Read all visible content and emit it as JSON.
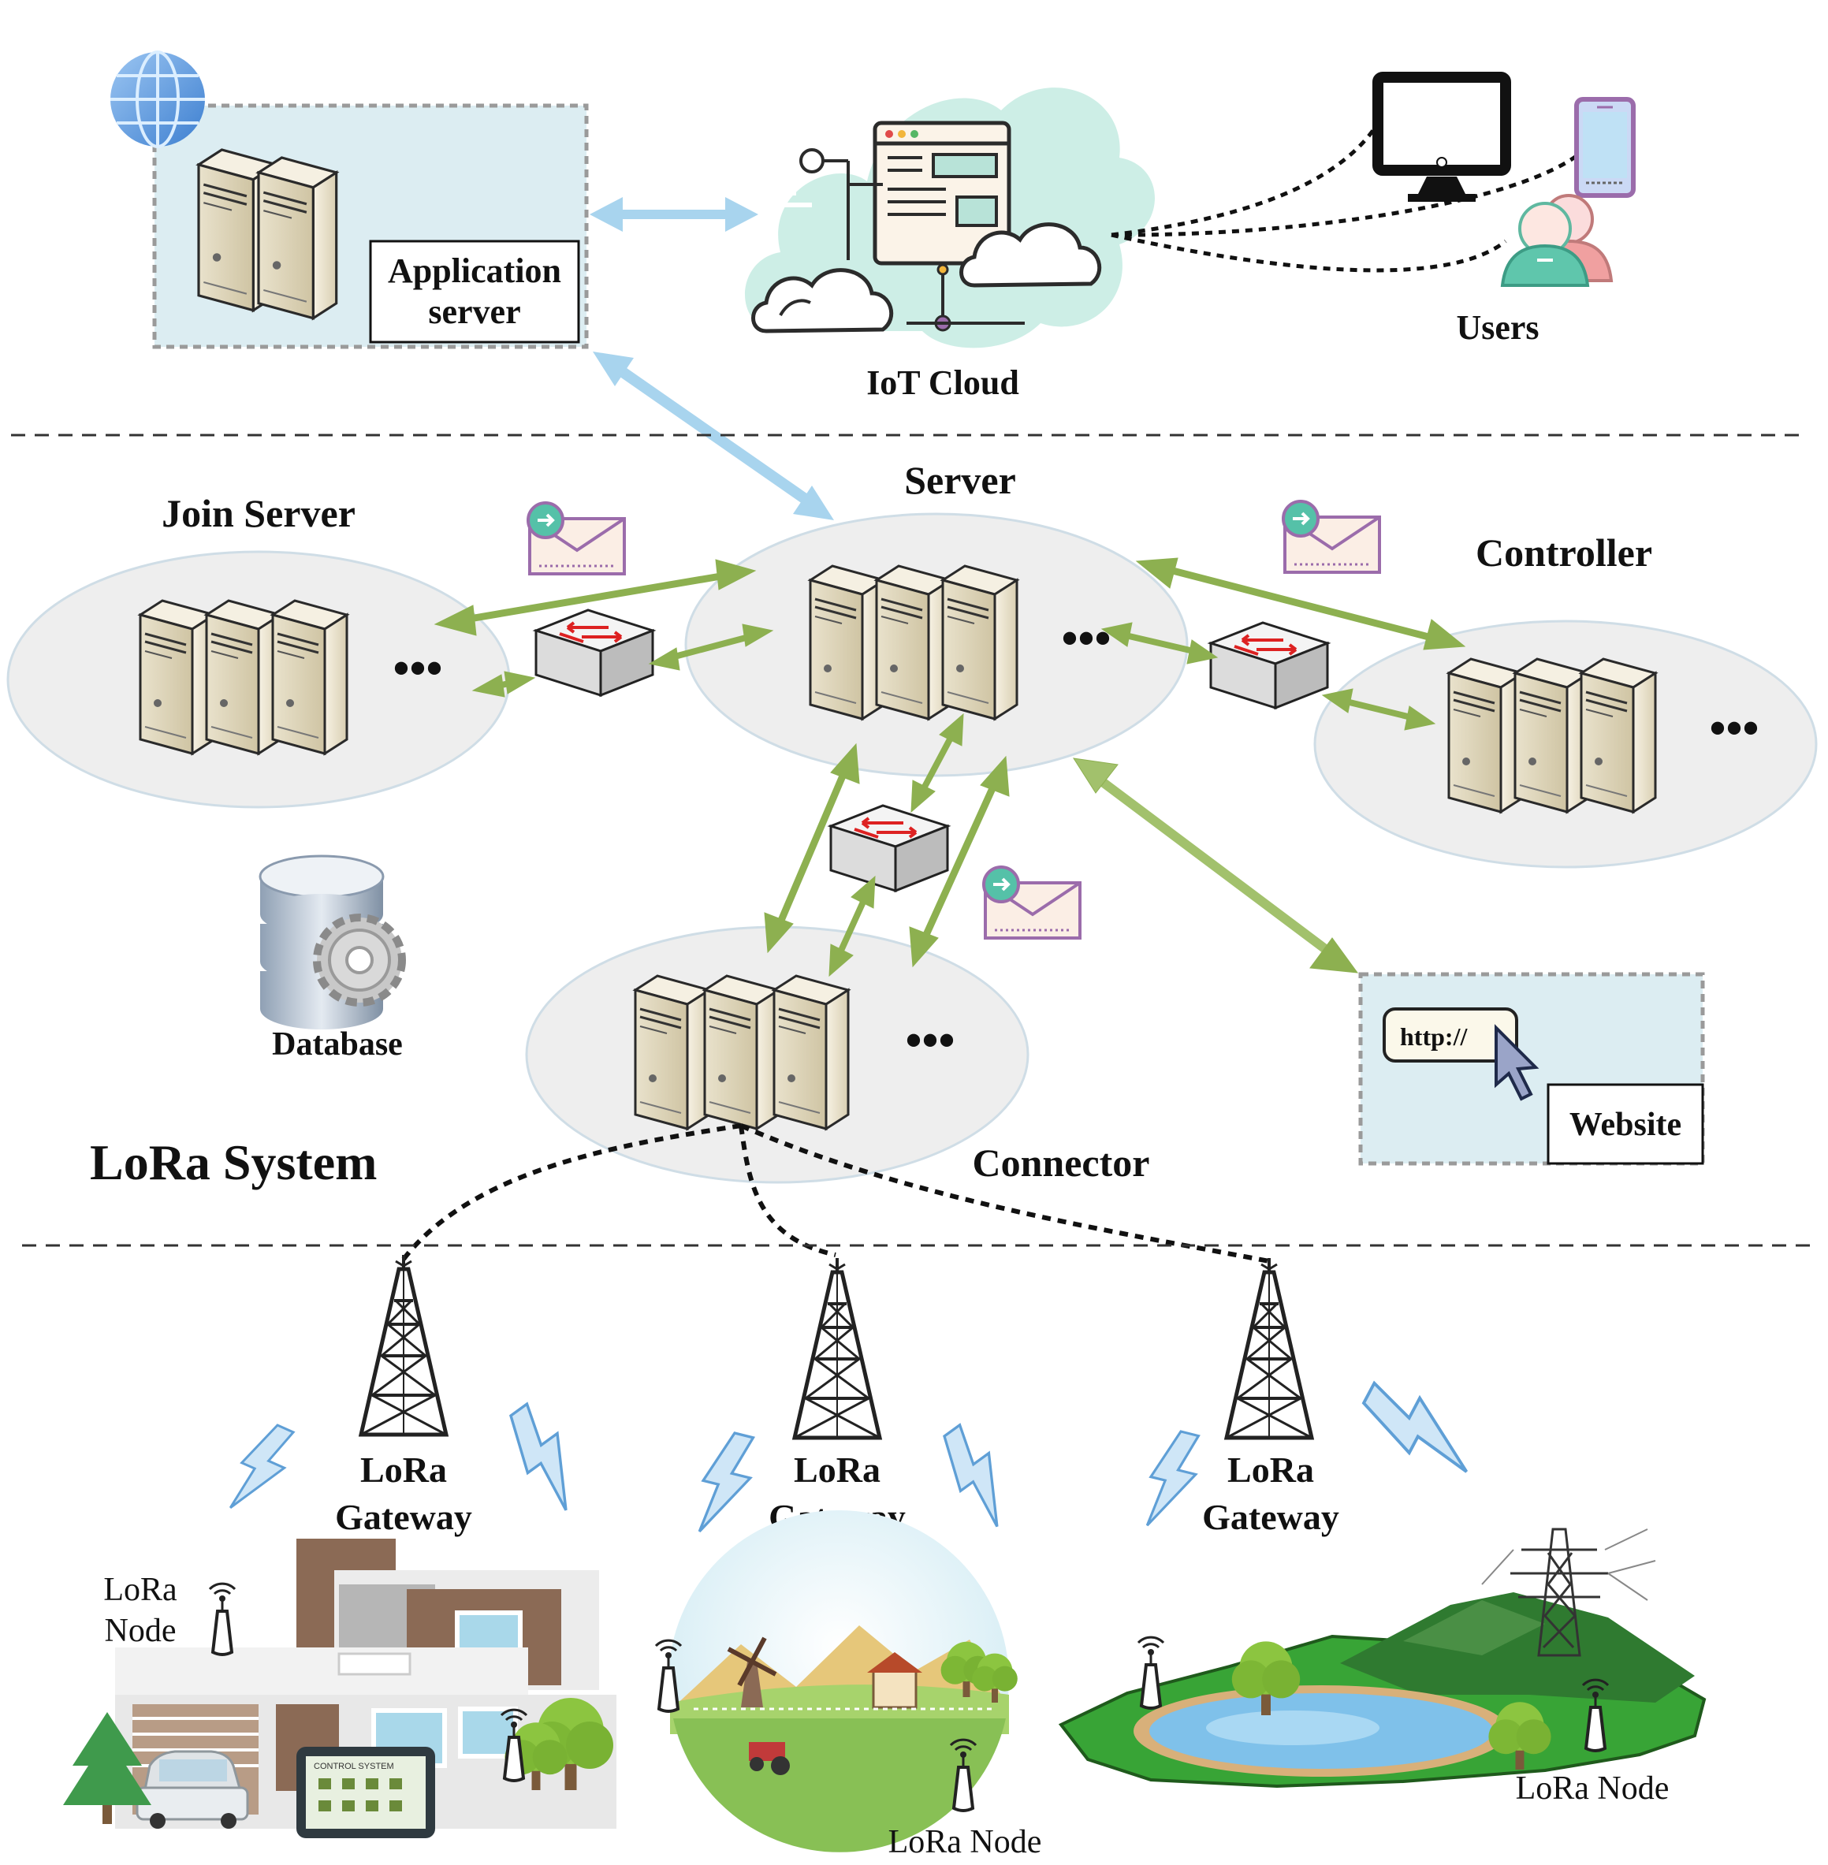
{
  "labels": {
    "application_server": [
      "Application",
      "server"
    ],
    "iot_cloud": "IoT Cloud",
    "users": "Users",
    "join_server": "Join Server",
    "server": "Server",
    "controller": "Controller",
    "database": "Database",
    "website": "Website",
    "url_text": "http://",
    "connector": "Connector",
    "lora_system": "LoRa System",
    "gateway": [
      "LoRa",
      "Gateway"
    ],
    "lora_node_left": [
      "LoRa",
      "Node"
    ],
    "lora_node": "LoRa Node",
    "control_system": "CONTROL SYSTEM"
  },
  "colors": {
    "green_arrow": "#8db050",
    "blue_arrow": "#a8d4ee",
    "ellipse_fill": "#eeeeee",
    "panel_fill": "#dcedf2",
    "envelope": "#9b6cab",
    "cloud_fill": "#cdeee6"
  }
}
